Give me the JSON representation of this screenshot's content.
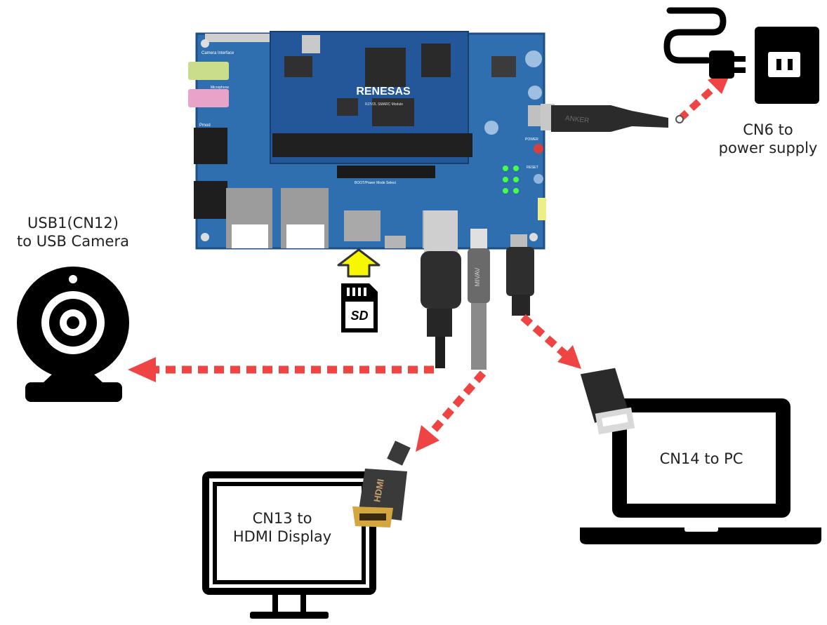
{
  "labels": {
    "power": [
      "CN6 to",
      "power supply"
    ],
    "camera": [
      "USB1(CN12)",
      "to USB Camera"
    ],
    "pc": "CN14 to PC",
    "hdmi": [
      "CN13 to",
      "HDMI Display"
    ],
    "sd_card": "SD"
  },
  "board": {
    "brand": "RENESAS",
    "header_label": "Camera Interface",
    "mic_label": "Microphone",
    "pmod_label": "Pmod",
    "boot_label": "BOOT/Power Mode Select",
    "reset_label": "RESET",
    "power_label": "POWER",
    "module_label": "RZ/V2L SMARC Module"
  },
  "cables": {
    "power_brand": "ANKER",
    "hdmi_brand": "MIVAV",
    "hdmi_plug": "HDMI"
  },
  "colors": {
    "arrow": "#ee4444",
    "board": "#2f6fb0",
    "board_dark": "#1d4f86",
    "sd_arrow": "#f7f700",
    "icon": "#000000"
  },
  "icons": [
    "power-plug-icon",
    "power-outlet-icon",
    "webcam-icon",
    "sd-card-icon",
    "laptop-icon",
    "monitor-icon",
    "hdmi-connector-icon",
    "usb-connector-icon"
  ]
}
